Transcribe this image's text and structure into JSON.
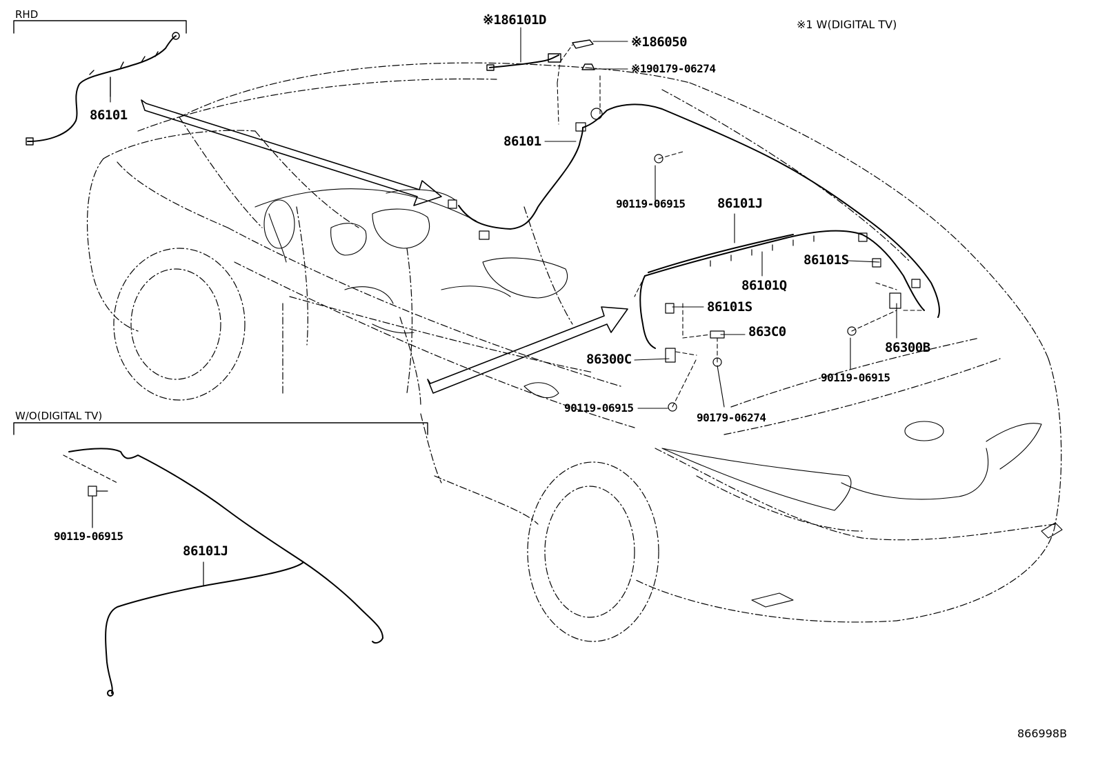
{
  "sections": {
    "rhd": "RHD",
    "wo_digital_tv": "W/O(DIGITAL TV)",
    "note": "※1 W(DIGITAL TV)"
  },
  "parts": {
    "p86101_rhd": "86101",
    "p86101d": "※186101D",
    "p86050": "※186050",
    "p90179_top": "※190179-06274",
    "p86101_mid": "86101",
    "p90119_a": "90119-06915",
    "p86101j_main": "86101J",
    "p86101s_a": "86101S",
    "p86101q": "86101Q",
    "p86101s_b": "86101S",
    "p863c0": "863C0",
    "p86300b": "86300B",
    "p86300c": "86300C",
    "p90119_b": "90119-06915",
    "p90119_c": "90119-06915",
    "p90179_b": "90179-06274",
    "p90119_wo": "90119-06915",
    "p86101j_wo": "86101J"
  },
  "reference": "866998B"
}
